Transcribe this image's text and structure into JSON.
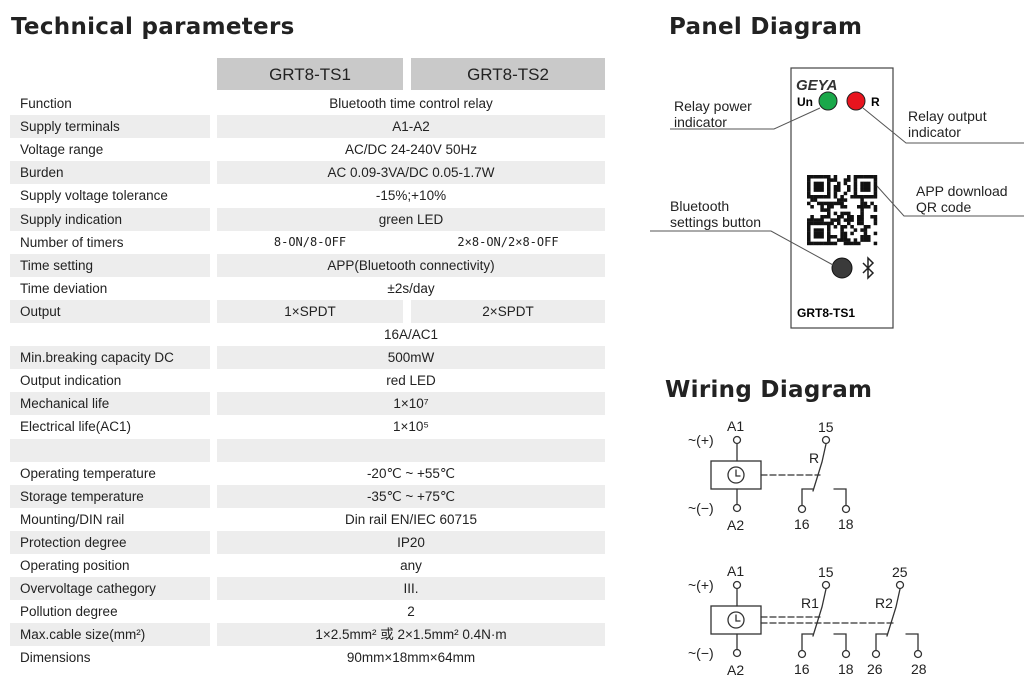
{
  "tech": {
    "title": "Technical parameters",
    "models": [
      "GRT8-TS1",
      "GRT8-TS2"
    ],
    "rows": [
      {
        "label": "Function",
        "value": "Bluetooth time control relay"
      },
      {
        "label": "Supply terminals",
        "value": "A1-A2"
      },
      {
        "label": "Voltage range",
        "value": "AC/DC 24-240V 50Hz"
      },
      {
        "label": "Burden",
        "value": "AC 0.09-3VA/DC 0.05-1.7W"
      },
      {
        "label": "Supply voltage tolerance",
        "value": "-15%;+10%"
      },
      {
        "label": "Supply indication",
        "value": "green LED"
      },
      {
        "label": "Number of timers",
        "values": [
          "8-ON/8-OFF",
          "2×8-ON/2×8-OFF"
        ],
        "mono": true
      },
      {
        "label": "Time setting",
        "value": "APP(Bluetooth connectivity)"
      },
      {
        "label": "Time deviation",
        "value": "±2s/day"
      },
      {
        "label": "Output",
        "values": [
          "1×SPDT",
          "2×SPDT"
        ]
      },
      {
        "label": "",
        "value": "16A/AC1"
      },
      {
        "label": "Min.breaking capacity DC",
        "value": "500mW"
      },
      {
        "label": "Output indication",
        "value": "red LED"
      },
      {
        "label": "Mechanical life",
        "value": "1×10⁷"
      },
      {
        "label": "Electrical life(AC1)",
        "value": "1×10⁵"
      },
      {
        "label": "",
        "value": ""
      },
      {
        "label": "Operating temperature",
        "value": "-20℃ ~ +55℃"
      },
      {
        "label": "Storage temperature",
        "value": "-35℃ ~ +75℃"
      },
      {
        "label": "Mounting/DIN rail",
        "value": "Din rail EN/IEC 60715"
      },
      {
        "label": "Protection degree",
        "value": "IP20"
      },
      {
        "label": "Operating position",
        "value": "any"
      },
      {
        "label": "Overvoltage cathegory",
        "value": "III."
      },
      {
        "label": "Pollution degree",
        "value": "2"
      },
      {
        "label": "Max.cable size(mm²)",
        "value": "1×2.5mm² 或 2×1.5mm²   0.4N·m"
      },
      {
        "label": "Dimensions",
        "value": "90mm×18mm×64mm"
      }
    ]
  },
  "panel": {
    "title": "Panel Diagram",
    "brand": "GEYA",
    "un_label": "Un",
    "r_label": "R",
    "model": "GRT8-TS1",
    "callouts": {
      "power_1": "Relay power",
      "power_2": "indicator",
      "output_1": "Relay output",
      "output_2": "indicator",
      "qr_1": "APP download",
      "qr_2": "QR code",
      "bt_1": "Bluetooth",
      "bt_2": "settings button"
    },
    "colors": {
      "green": "#1aa84a",
      "red": "#e8141e"
    }
  },
  "wiring": {
    "title": "Wiring Diagram",
    "plus": "~(+)",
    "minus": "~(−)",
    "a1": "A1",
    "a2": "A2",
    "t15": "15",
    "t16": "16",
    "t18": "18",
    "t25": "25",
    "t26": "26",
    "t28": "28",
    "r": "R",
    "r1": "R1",
    "r2": "R2"
  }
}
